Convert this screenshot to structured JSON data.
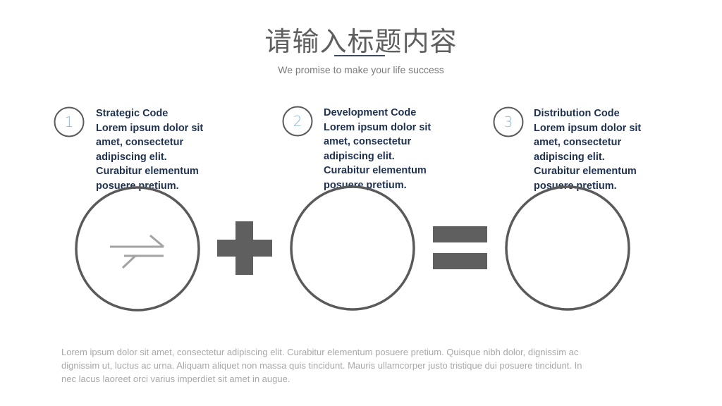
{
  "header": {
    "title": "请输入标题内容",
    "subtitle": "We promise to make your life success"
  },
  "features": [
    {
      "number": "1",
      "lines": [
        "Strategic Code",
        "Lorem ipsum dolor sit",
        "amet, consectetur",
        "adipiscing elit.",
        "Curabitur elementum",
        "posuere pretium."
      ]
    },
    {
      "number": "2",
      "lines": [
        "Development Code",
        "Lorem ipsum dolor sit",
        "amet, consectetur",
        "adipiscing elit.",
        "Curabitur elementum",
        "posuere pretium."
      ]
    },
    {
      "number": "3",
      "lines": [
        "Distribution Code",
        "Lorem ipsum dolor sit",
        "amet, consectetur",
        "adipiscing elit.",
        "Curabitur elementum",
        "posuere pretium."
      ]
    }
  ],
  "equation": {
    "first_icon": "swap-arrows-icon",
    "plus_icon": "plus-icon",
    "equals_icon": "equals-icon"
  },
  "footer": {
    "lines": [
      "Lorem ipsum dolor sit amet, consectetur adipiscing elit. Curabitur elementum posuere pretium. Quisque nibh dolor, dignissim ac",
      "dignissim ut, luctus ac urna. Aliquam aliquet non massa quis tincidunt. Mauris ullamcorper justo tristique dui posuere tincidunt. In",
      "nec lacus laoreet orci varius imperdiet sit amet in augue."
    ]
  },
  "colors": {
    "title": "#5f5f5f",
    "heading_text": "#1e3150",
    "number_accent": "#8fb6d8",
    "circle_stroke": "#5a5a5a",
    "operator_fill": "#5f5f5f",
    "footer_text": "#a8a8a8"
  }
}
